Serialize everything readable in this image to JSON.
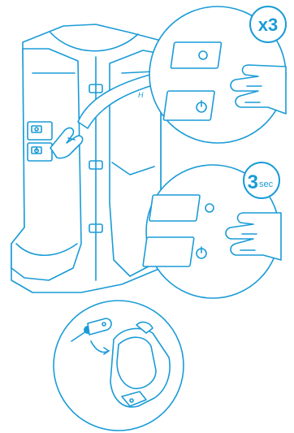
{
  "colors": {
    "line": "#1a9bd7",
    "accent": "#1a9bd7",
    "background": "#ffffff"
  },
  "steps": [
    {
      "badge_text": "x3"
    },
    {
      "badge_number": "3",
      "badge_unit": "sec"
    }
  ],
  "vest_logo": "H"
}
